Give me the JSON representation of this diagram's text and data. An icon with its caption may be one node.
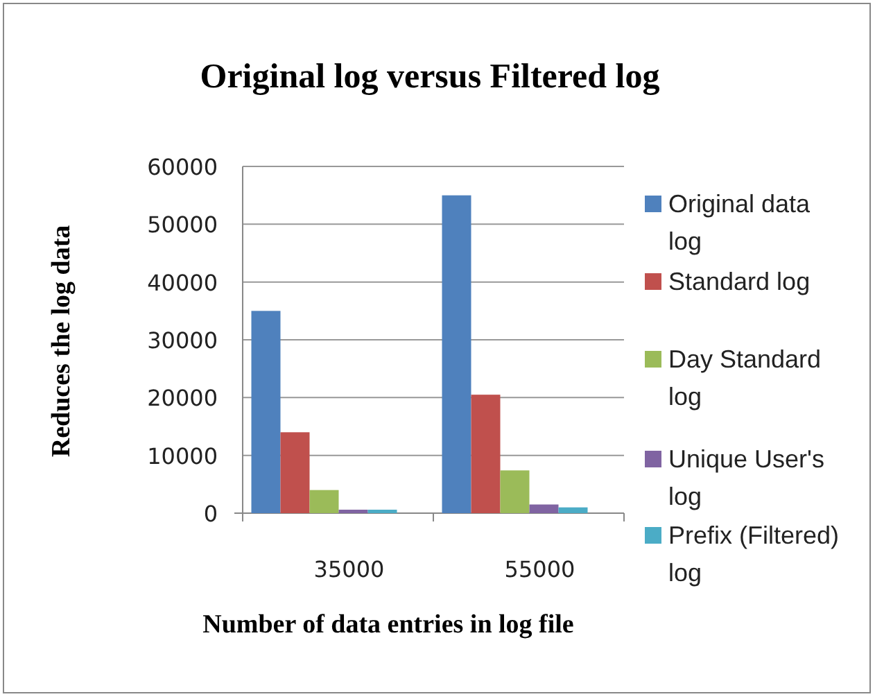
{
  "diagram": {
    "chart_data": {
      "type": "bar",
      "title": "Original log versus Filtered log",
      "xlabel": "Number of data entries in log file",
      "ylabel": "Reduces the log data",
      "categories": [
        "35000",
        "55000"
      ],
      "series": [
        {
          "name": "Original data log",
          "color": "#4f81bd",
          "values": [
            35000,
            55000
          ]
        },
        {
          "name": "Standard log",
          "color": "#c0504d",
          "values": [
            14000,
            20500
          ]
        },
        {
          "name": "Day Standard log",
          "color": "#9bbb59",
          "values": [
            4000,
            7400
          ]
        },
        {
          "name": "Unique User's log",
          "color": "#8064a2",
          "values": [
            600,
            1500
          ]
        },
        {
          "name": "Prefix (Filtered) log",
          "color": "#4bacc6",
          "values": [
            600,
            1000
          ]
        }
      ],
      "grid": true,
      "ylim": [
        0,
        60000
      ],
      "yticks": [
        0,
        10000,
        20000,
        30000,
        40000,
        50000,
        60000
      ]
    }
  }
}
